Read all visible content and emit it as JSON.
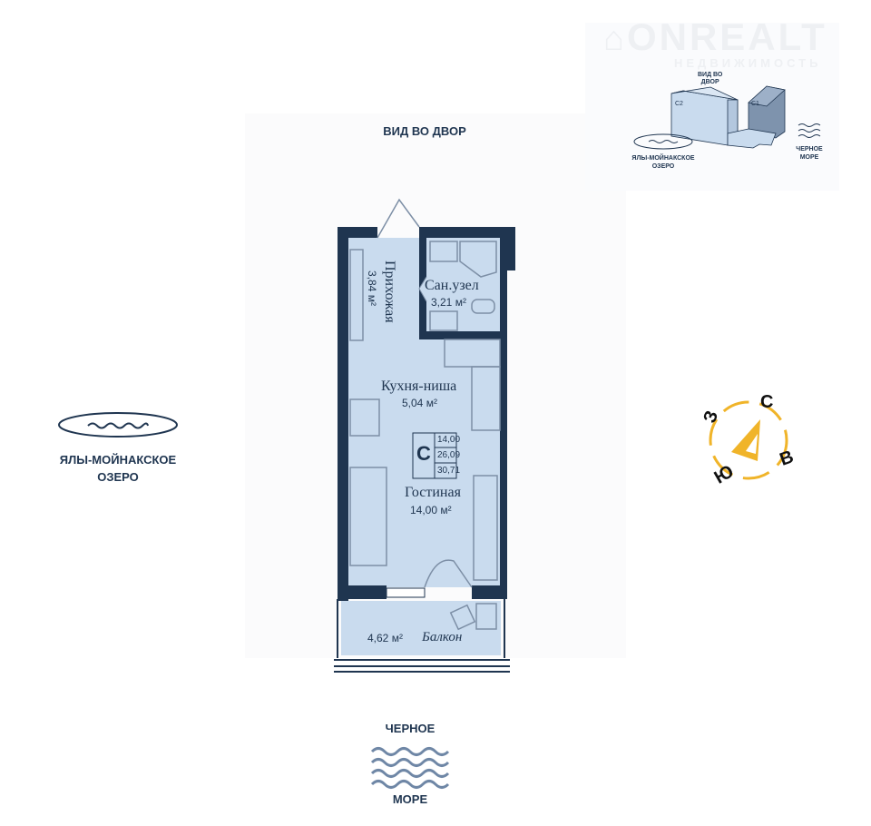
{
  "watermark": {
    "brand": "ONREALT",
    "sub": "НЕДВИЖИМОСТЬ"
  },
  "orientation": {
    "courtyard_view": "ВИД ВО ДВОР",
    "lake": [
      "ЯЛЫ-МОЙНАКСКОЕ",
      "ОЗЕРО"
    ],
    "sea_top": "ЧЕРНОЕ",
    "sea_bottom": "МОРЕ"
  },
  "compass": {
    "north": "С",
    "west": "З",
    "east": "В",
    "south": "Ю",
    "color": "#f0b429"
  },
  "inset": {
    "view": [
      "ВИД ВО",
      "ДВОР"
    ],
    "building_c2": "С2",
    "building_c1": "С1",
    "lake": [
      "ЯЛЫ-МОЙНАКСКОЕ",
      "ОЗЕРО"
    ],
    "sea": [
      "ЧЕРНОЕ",
      "МОРЕ"
    ]
  },
  "rooms": {
    "hallway": {
      "name": "Прихожая",
      "area": "3,84 м²"
    },
    "bathroom": {
      "name": "Сан.узел",
      "area": "3,21 м²"
    },
    "kitchen": {
      "name": "Кухня-ниша",
      "area": "5,04 м²"
    },
    "living": {
      "name": "Гостиная",
      "area": "14,00 м²"
    },
    "balcony": {
      "name": "Балкон",
      "area": "4,62 м²"
    }
  },
  "summary": {
    "type": "С",
    "living_area": "14,00",
    "net_area": "26,09",
    "total_area": "30,71"
  },
  "colors": {
    "wall": "#1f3550",
    "floor": "#c9dbee",
    "line": "#7d8fa6"
  }
}
